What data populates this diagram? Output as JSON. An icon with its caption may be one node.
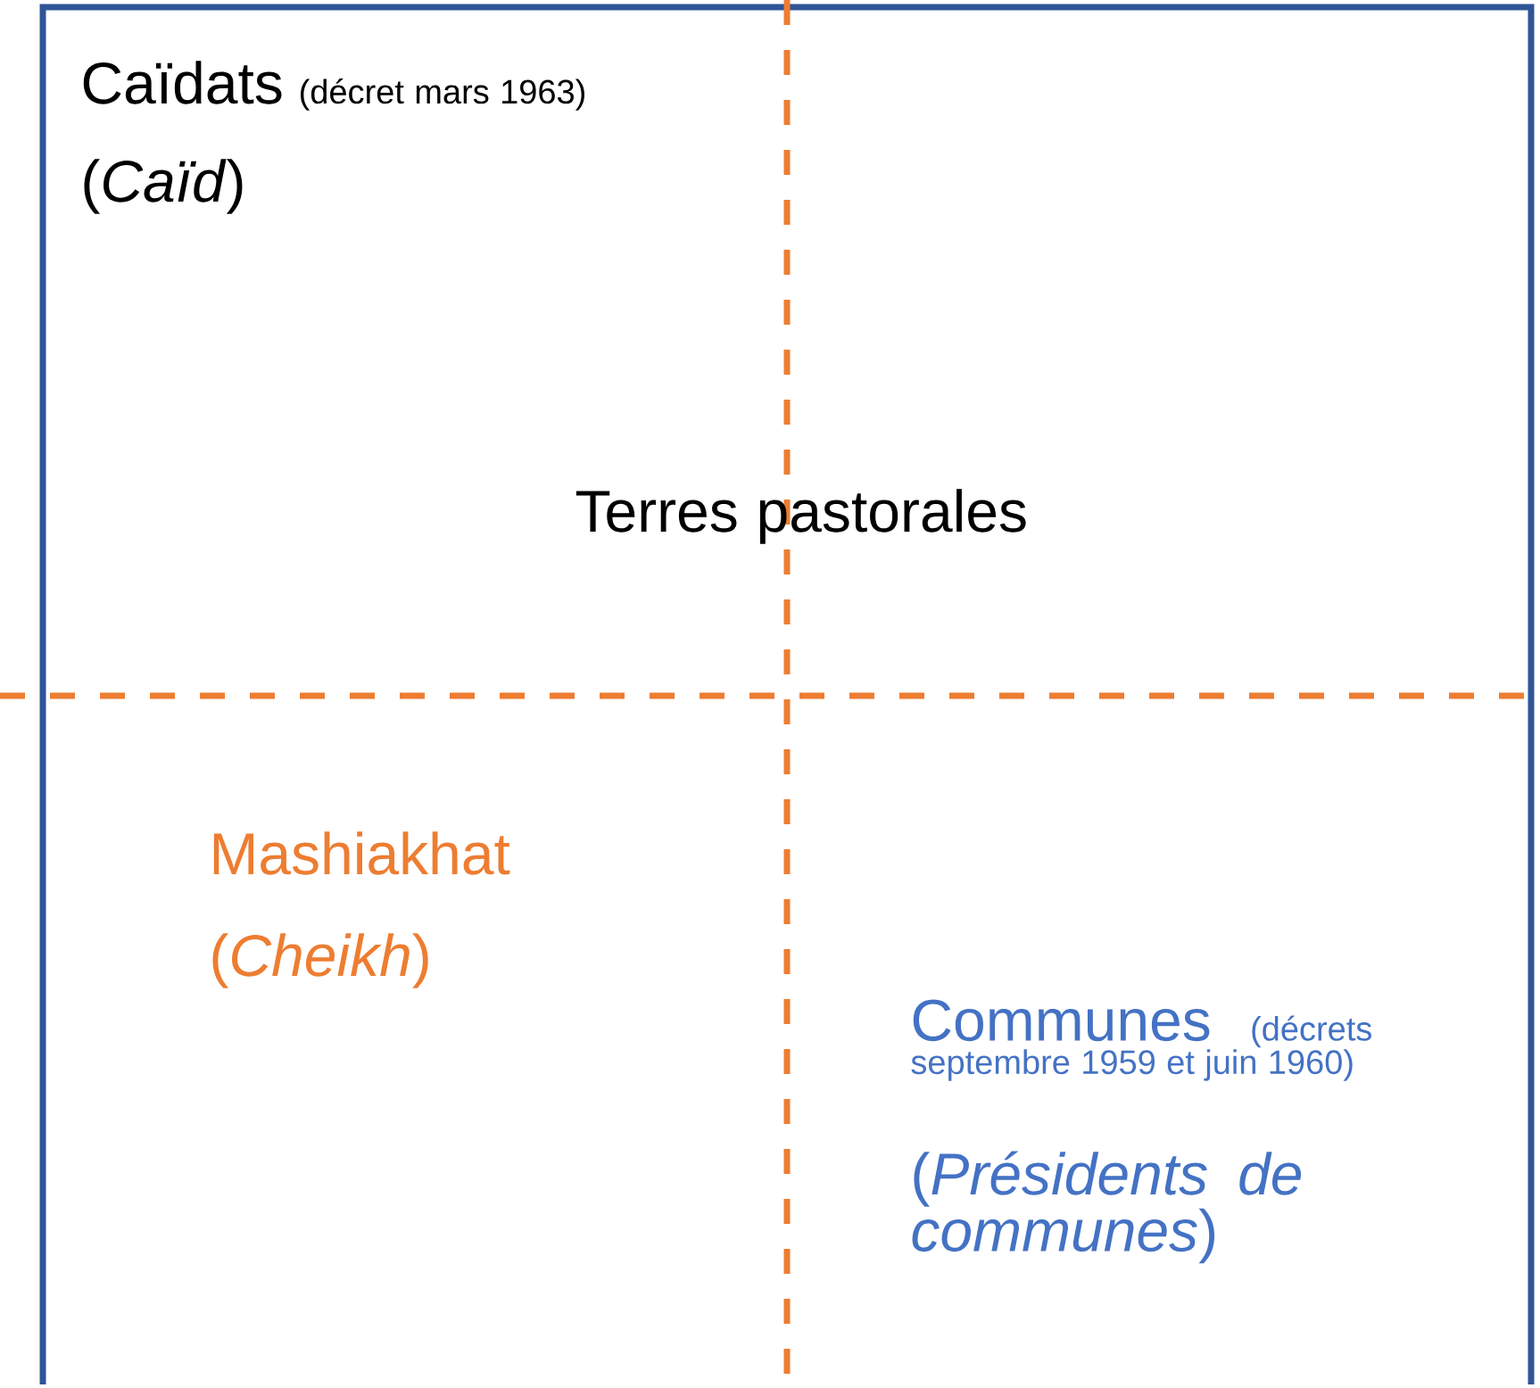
{
  "diagram": {
    "labels": [
      "Caïdats",
      "(décret mars 1963)",
      "(*Caïd*)",
      "Terres pastorales",
      "Mashiakhat",
      "(*Cheikh*)",
      "Communes",
      "(décrets septembre 1959 et juin 1960)",
      "(*Présidents de communes*)"
    ]
  }
}
